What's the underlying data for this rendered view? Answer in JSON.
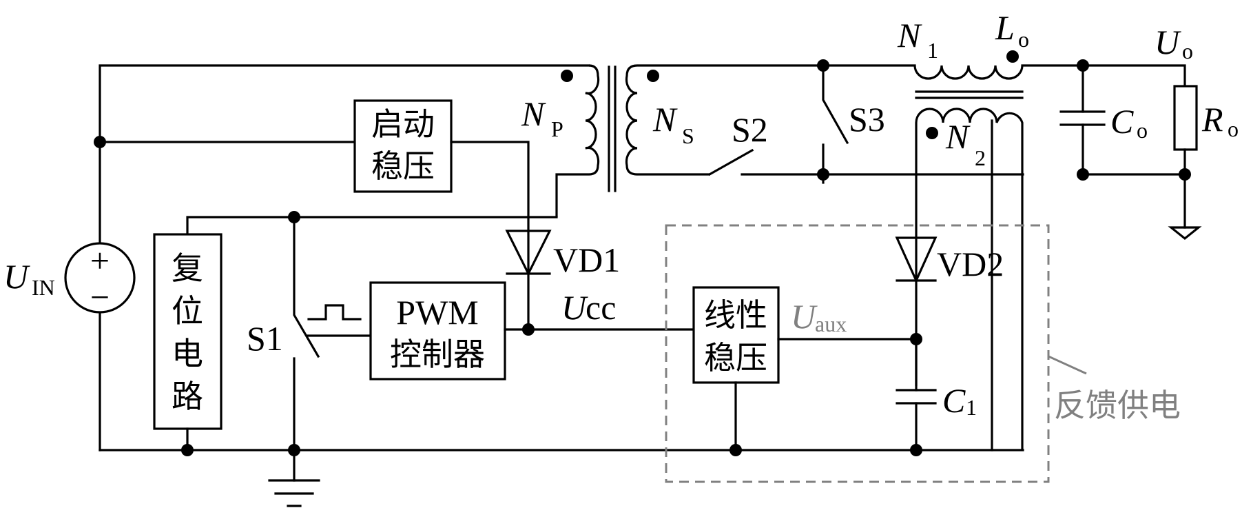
{
  "diagram": {
    "title": "",
    "colors": {
      "wire": "#000000",
      "feedback_box": "#808080",
      "background": "#ffffff"
    },
    "blocks": {
      "startup_regulator": {
        "line1": "启动",
        "line2": "稳压"
      },
      "reset_circuit": {
        "chars": [
          "复",
          "位",
          "电",
          "路"
        ]
      },
      "pwm_controller": {
        "line1": "PWM",
        "line2": "控制器"
      },
      "linear_regulator": {
        "line1": "线性",
        "line2": "稳压"
      }
    },
    "labels": {
      "uin_main": "U",
      "uin_sub": "IN",
      "np_main": "N",
      "np_sub": "P",
      "ns_main": "N",
      "ns_sub": "S",
      "s1": "S1",
      "s2": "S2",
      "s3": "S3",
      "n1_main": "N",
      "n1_sub": "1",
      "n2_main": "N",
      "n2_sub": "2",
      "lo_main": "L",
      "lo_sub": "o",
      "uo_main": "U",
      "uo_sub": "o",
      "co_main": "C",
      "co_sub": "o",
      "ro_main": "R",
      "ro_sub": "o",
      "c1_main": "C",
      "c1_sub": "1",
      "vd1": "VD1",
      "vd2": "VD2",
      "ucc_main": "U",
      "ucc_rest": "cc",
      "uaux_main": "U",
      "uaux_sub": "aux",
      "plus": "+",
      "minus": "−",
      "feedback_region": "反馈供电"
    },
    "components": [
      "input-voltage-source",
      "startup-regulator",
      "reset-circuit",
      "switch-S1",
      "pwm-controller",
      "diode-VD1",
      "transformer-Np-Ns",
      "switch-S2",
      "switch-S3",
      "coupled-inductor-N1-N2",
      "capacitor-Co",
      "resistor-Ro",
      "diode-VD2",
      "capacitor-C1",
      "linear-regulator",
      "ground-symbols"
    ]
  }
}
